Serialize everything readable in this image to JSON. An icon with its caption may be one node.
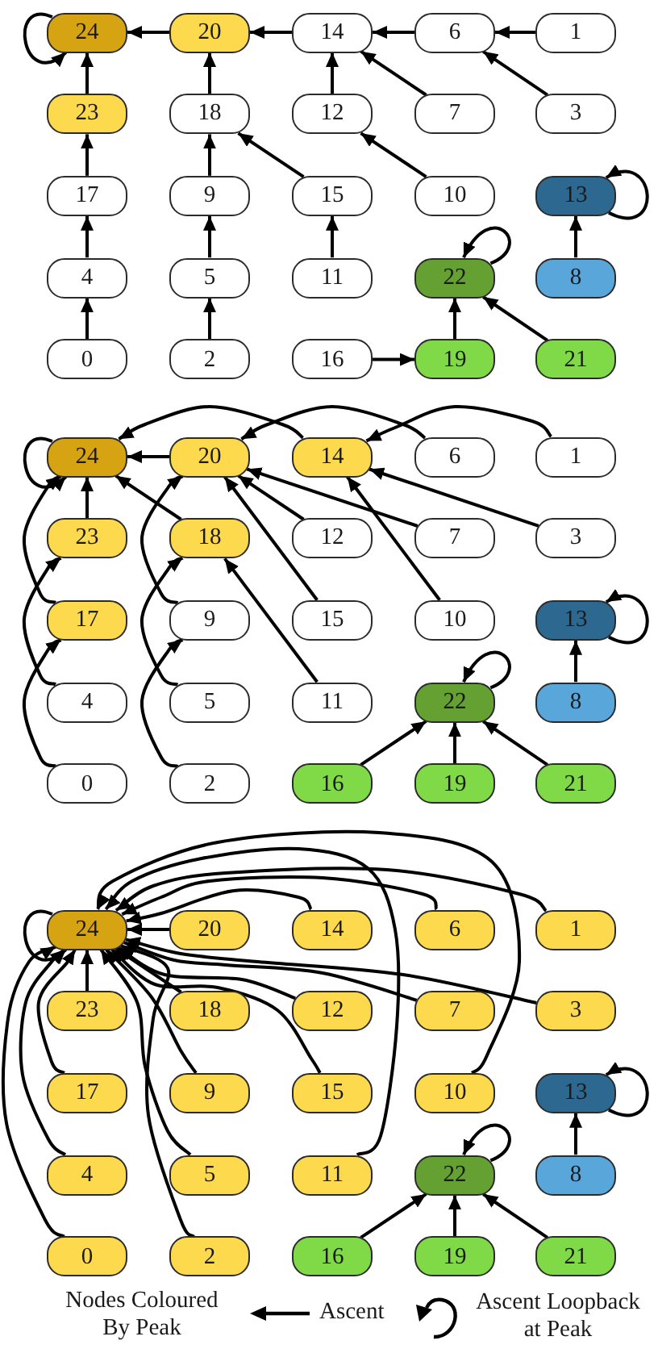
{
  "diagram": {
    "nodes": [
      {
        "text": [
          "24"
        ]
      },
      {
        "text": [
          "20"
        ]
      },
      {
        "text": [
          "14"
        ]
      },
      {
        "text": [
          "6"
        ]
      },
      {
        "text": [
          "1"
        ]
      },
      {
        "text": [
          "23"
        ]
      },
      {
        "text": [
          "18"
        ]
      },
      {
        "text": [
          "12"
        ]
      },
      {
        "text": [
          "7"
        ]
      },
      {
        "text": [
          "3"
        ]
      },
      {
        "text": [
          "17"
        ]
      },
      {
        "text": [
          "9"
        ]
      },
      {
        "text": [
          "15"
        ]
      },
      {
        "text": [
          "10"
        ]
      },
      {
        "text": [
          "13"
        ]
      },
      {
        "text": [
          "4"
        ]
      },
      {
        "text": [
          "5"
        ]
      },
      {
        "text": [
          "11"
        ]
      },
      {
        "text": [
          "22"
        ]
      },
      {
        "text": [
          "8"
        ]
      },
      {
        "text": [
          "0"
        ]
      },
      {
        "text": [
          "2"
        ]
      },
      {
        "text": [
          "16"
        ]
      },
      {
        "text": [
          "19"
        ]
      },
      {
        "text": [
          "21"
        ]
      },
      {
        "text": [
          "24"
        ]
      },
      {
        "text": [
          "20"
        ]
      },
      {
        "text": [
          "14"
        ]
      },
      {
        "text": [
          "6"
        ]
      },
      {
        "text": [
          "1"
        ]
      },
      {
        "text": [
          "23"
        ]
      },
      {
        "text": [
          "18"
        ]
      },
      {
        "text": [
          "12"
        ]
      },
      {
        "text": [
          "7"
        ]
      },
      {
        "text": [
          "3"
        ]
      },
      {
        "text": [
          "17"
        ]
      },
      {
        "text": [
          "9"
        ]
      },
      {
        "text": [
          "15"
        ]
      },
      {
        "text": [
          "10"
        ]
      },
      {
        "text": [
          "13"
        ]
      },
      {
        "text": [
          "4"
        ]
      },
      {
        "text": [
          "5"
        ]
      },
      {
        "text": [
          "11"
        ]
      },
      {
        "text": [
          "22"
        ]
      },
      {
        "text": [
          "8"
        ]
      },
      {
        "text": [
          "0"
        ]
      },
      {
        "text": [
          "2"
        ]
      },
      {
        "text": [
          "16"
        ]
      },
      {
        "text": [
          "19"
        ]
      },
      {
        "text": [
          "21"
        ]
      },
      {
        "text": [
          "24"
        ]
      },
      {
        "text": [
          "20"
        ]
      },
      {
        "text": [
          "14"
        ]
      },
      {
        "text": [
          "6"
        ]
      },
      {
        "text": [
          "1"
        ]
      },
      {
        "text": [
          "23"
        ]
      },
      {
        "text": [
          "18"
        ]
      },
      {
        "text": [
          "12"
        ]
      },
      {
        "text": [
          "7"
        ]
      },
      {
        "text": [
          "3"
        ]
      },
      {
        "text": [
          "17"
        ]
      },
      {
        "text": [
          "9"
        ]
      },
      {
        "text": [
          "15"
        ]
      },
      {
        "text": [
          "10"
        ]
      },
      {
        "text": [
          "13"
        ]
      },
      {
        "text": [
          "4"
        ]
      },
      {
        "text": [
          "5"
        ]
      },
      {
        "text": [
          "11"
        ]
      },
      {
        "text": [
          "22"
        ]
      },
      {
        "text": [
          "8"
        ]
      },
      {
        "text": [
          "0"
        ]
      },
      {
        "text": [
          "2"
        ]
      },
      {
        "text": [
          "16"
        ]
      },
      {
        "text": [
          "19"
        ]
      },
      {
        "text": [
          "21"
        ]
      }
    ],
    "edges": [
      {
        "from": 0,
        "to": 0,
        "arrow": "to"
      },
      {
        "from": 1,
        "to": 0,
        "arrow": "to"
      },
      {
        "from": 2,
        "to": 1,
        "arrow": "to"
      },
      {
        "from": 3,
        "to": 2,
        "arrow": "to"
      },
      {
        "from": 4,
        "to": 3,
        "arrow": "to"
      },
      {
        "from": 5,
        "to": 0,
        "arrow": "to"
      },
      {
        "from": 6,
        "to": 1,
        "arrow": "to"
      },
      {
        "from": 7,
        "to": 2,
        "arrow": "to"
      },
      {
        "from": 8,
        "to": 2,
        "arrow": "to"
      },
      {
        "from": 9,
        "to": 3,
        "arrow": "to"
      },
      {
        "from": 10,
        "to": 5,
        "arrow": "to"
      },
      {
        "from": 11,
        "to": 6,
        "arrow": "to"
      },
      {
        "from": 12,
        "to": 6,
        "arrow": "to"
      },
      {
        "from": 13,
        "to": 7,
        "arrow": "to"
      },
      {
        "from": 14,
        "to": 14,
        "arrow": "to"
      },
      {
        "from": 15,
        "to": 10,
        "arrow": "to"
      },
      {
        "from": 16,
        "to": 11,
        "arrow": "to"
      },
      {
        "from": 17,
        "to": 12,
        "arrow": "to"
      },
      {
        "from": 18,
        "to": 18,
        "arrow": "to"
      },
      {
        "from": 19,
        "to": 14,
        "arrow": "to"
      },
      {
        "from": 20,
        "to": 15,
        "arrow": "to"
      },
      {
        "from": 21,
        "to": 16,
        "arrow": "to"
      },
      {
        "from": 22,
        "to": 23,
        "arrow": "to"
      },
      {
        "from": 23,
        "to": 18,
        "arrow": "to"
      },
      {
        "from": 24,
        "to": 18,
        "arrow": "to"
      },
      {
        "from": 25,
        "to": 25,
        "arrow": "to"
      },
      {
        "from": 26,
        "to": 25,
        "arrow": "to"
      },
      {
        "from": 27,
        "to": 25,
        "arrow": "to"
      },
      {
        "from": 28,
        "to": 26,
        "arrow": "to"
      },
      {
        "from": 29,
        "to": 27,
        "arrow": "to"
      },
      {
        "from": 30,
        "to": 25,
        "arrow": "to"
      },
      {
        "from": 31,
        "to": 25,
        "arrow": "to"
      },
      {
        "from": 32,
        "to": 26,
        "arrow": "to"
      },
      {
        "from": 33,
        "to": 26,
        "arrow": "to"
      },
      {
        "from": 34,
        "to": 27,
        "arrow": "to"
      },
      {
        "from": 35,
        "to": 25,
        "arrow": "to"
      },
      {
        "from": 36,
        "to": 26,
        "arrow": "to"
      },
      {
        "from": 37,
        "to": 26,
        "arrow": "to"
      },
      {
        "from": 38,
        "to": 27,
        "arrow": "to"
      },
      {
        "from": 39,
        "to": 39,
        "arrow": "to"
      },
      {
        "from": 40,
        "to": 30,
        "arrow": "to"
      },
      {
        "from": 41,
        "to": 31,
        "arrow": "to"
      },
      {
        "from": 42,
        "to": 31,
        "arrow": "to"
      },
      {
        "from": 43,
        "to": 43,
        "arrow": "to"
      },
      {
        "from": 44,
        "to": 39,
        "arrow": "to"
      },
      {
        "from": 45,
        "to": 35,
        "arrow": "to"
      },
      {
        "from": 46,
        "to": 36,
        "arrow": "to"
      },
      {
        "from": 47,
        "to": 43,
        "arrow": "to"
      },
      {
        "from": 48,
        "to": 43,
        "arrow": "to"
      },
      {
        "from": 49,
        "to": 43,
        "arrow": "to"
      },
      {
        "from": 50,
        "to": 50,
        "arrow": "to"
      },
      {
        "from": 51,
        "to": 50,
        "arrow": "to"
      },
      {
        "from": 52,
        "to": 50,
        "arrow": "to"
      },
      {
        "from": 53,
        "to": 50,
        "arrow": "to"
      },
      {
        "from": 54,
        "to": 50,
        "arrow": "to"
      },
      {
        "from": 55,
        "to": 50,
        "arrow": "to"
      },
      {
        "from": 56,
        "to": 50,
        "arrow": "to"
      },
      {
        "from": 57,
        "to": 50,
        "arrow": "to"
      },
      {
        "from": 58,
        "to": 50,
        "arrow": "to"
      },
      {
        "from": 59,
        "to": 50,
        "arrow": "to"
      },
      {
        "from": 60,
        "to": 50,
        "arrow": "to"
      },
      {
        "from": 61,
        "to": 50,
        "arrow": "to"
      },
      {
        "from": 62,
        "to": 50,
        "arrow": "to"
      },
      {
        "from": 63,
        "to": 50,
        "arrow": "to"
      },
      {
        "from": 64,
        "to": 64,
        "arrow": "to"
      },
      {
        "from": 65,
        "to": 50,
        "arrow": "to"
      },
      {
        "from": 66,
        "to": 50,
        "arrow": "to"
      },
      {
        "from": 67,
        "to": 50,
        "arrow": "to"
      },
      {
        "from": 68,
        "to": 68,
        "arrow": "to"
      },
      {
        "from": 69,
        "to": 64,
        "arrow": "to"
      },
      {
        "from": 70,
        "to": 50,
        "arrow": "to"
      },
      {
        "from": 71,
        "to": 50,
        "arrow": "to"
      },
      {
        "from": 72,
        "to": 68,
        "arrow": "to"
      },
      {
        "from": 73,
        "to": 68,
        "arrow": "to"
      },
      {
        "from": 74,
        "to": 68,
        "arrow": "to"
      }
    ],
    "labels": [
      "Nodes Coloured By Peak"
    ],
    "legend": [
      {
        "text": "Ascent"
      },
      {
        "text": "Ascent Loopback at Peak"
      }
    ]
  }
}
